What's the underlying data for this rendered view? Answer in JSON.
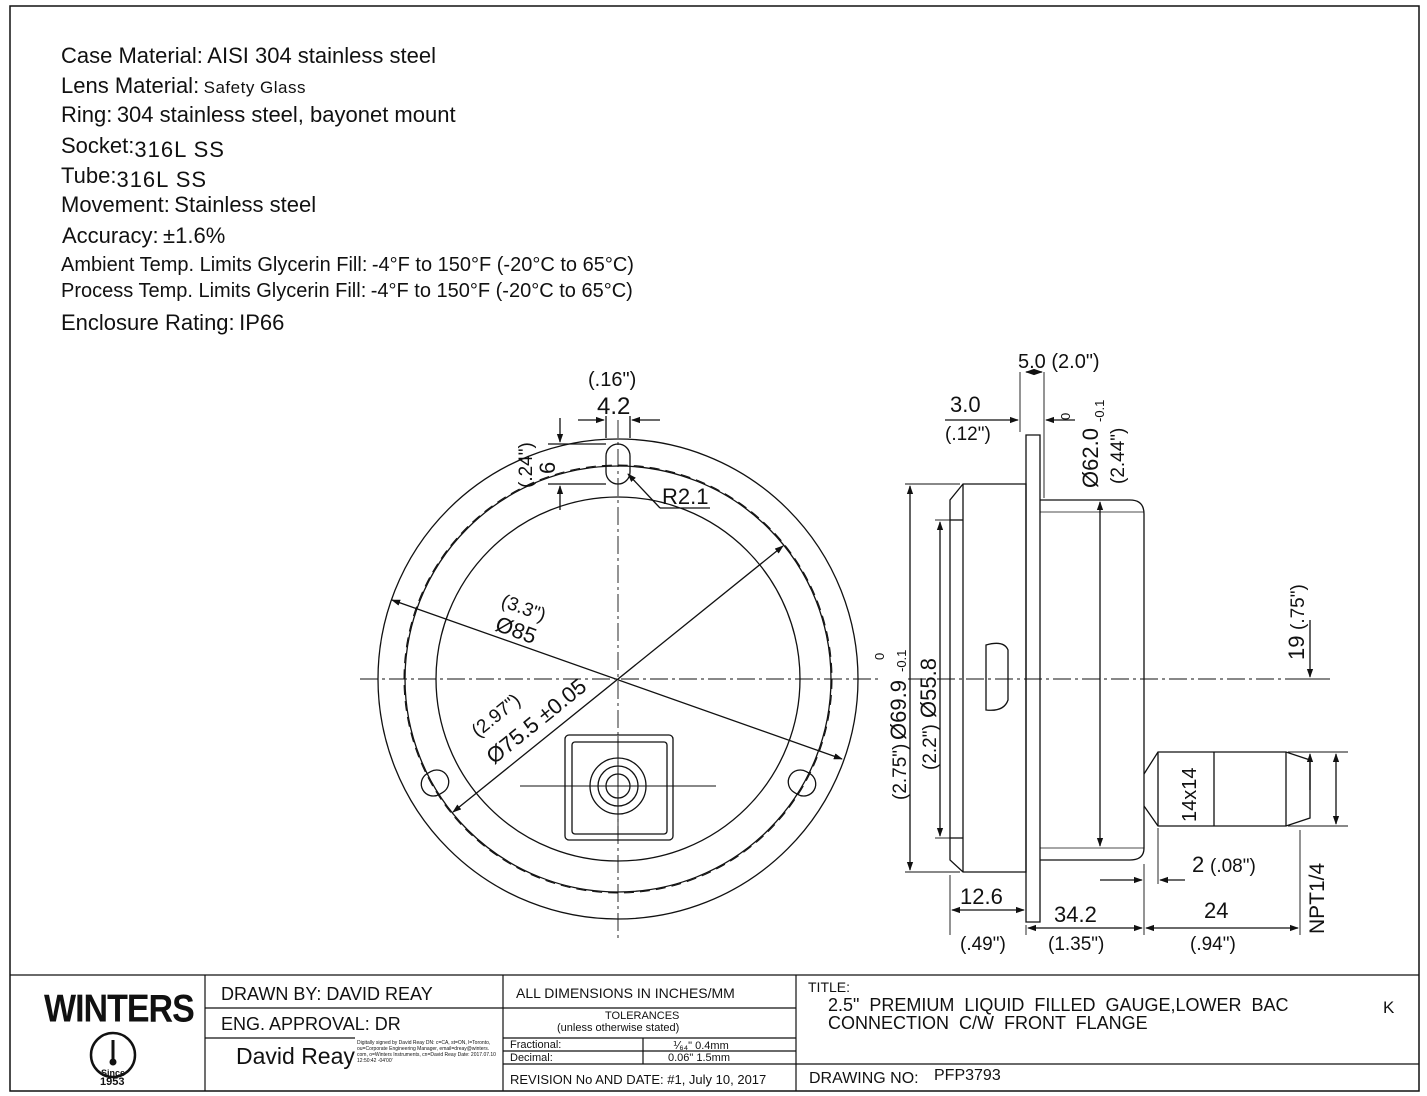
{
  "specs": [
    {
      "key": "Case Material:",
      "value": "AISI 304 stainless steel"
    },
    {
      "key": "Lens Material:",
      "value": "Safety  Glass"
    },
    {
      "key": "Ring:",
      "value": "304 stainless steel, bayonet mount"
    },
    {
      "key": "Socket:",
      "value": "316L  SS"
    },
    {
      "key": "Tube:",
      "value": "316L  SS"
    },
    {
      "key": "Movement:",
      "value": "Stainless steel"
    },
    {
      "key": "Accuracy:",
      "value": "±1.6%"
    },
    {
      "key": "Ambient Temp. Limits Glycerin Fill:",
      "value": "-4°F to 150°F (-20°C to 65°C)"
    },
    {
      "key": "Process Temp. Limits Glycerin Fill:",
      "value": "-4°F to 150°F (-20°C to 65°C)"
    },
    {
      "key": "Enclosure Rating:",
      "value": "IP66"
    }
  ],
  "front_view": {
    "hole_in": "(.16\")",
    "hole_mm": "4.2",
    "offset_in": "(.24\")",
    "offset_mm": "6",
    "radius": "R2.1",
    "flange_in": "(3.3\")",
    "flange_mm": "Ø85",
    "bolt_circle_in": "(2.97\")",
    "bolt_circle_mm": "Ø75.5 ±0.05"
  },
  "side_view": {
    "top_total": "5.0 (2.0\")",
    "lip_mm": "3.0",
    "lip_in": "(.12\")",
    "tol_upper": "0",
    "tol_lower": "-0.1",
    "case_dia_mm": "Ø62.0",
    "case_dia_in": "(2.44\")",
    "ring_dia_in": "(2.75\")",
    "ring_dia_mm": "Ø69.9",
    "window_dia_in": "(2.2\")",
    "window_dia_mm": "Ø55.8",
    "socket_offset_mm": "19",
    "socket_offset_in": "(.75\")",
    "hex": "14x14",
    "step_mm": "2",
    "step_in": "(.08\")",
    "thread": "NPT1/4",
    "front_mm": "12.6",
    "front_in": "(.49\")",
    "depth_mm": "34.2",
    "depth_in": "(1.35\")",
    "socket_len_mm": "24",
    "socket_len_in": "(.94\")"
  },
  "title_block": {
    "logo_text": "WINTERS",
    "logo_since": "Since",
    "logo_year": "1953",
    "drawn_by": "DRAWN BY: DAVID REAY",
    "eng_approval": "ENG. APPROVAL: DR",
    "signature": "David Reay",
    "signature_note": "Digitally signed by David Reay DN: c=CA, st=ON, l=Toronto, ou=Corporate Engineering Manager, email=dreay@winters. com, o=Winters Instruments, cn=David Reay Date: 2017.07.10 12:50:42 -04'00'",
    "units": "ALL DIMENSIONS IN INCHES/MM",
    "tolerances": "TOLERANCES",
    "tolerances_note": "(unless otherwise stated)",
    "fractional_label": "Fractional:",
    "fractional_value": "⅟₆₄\" 0.4mm",
    "decimal_label": "Decimal:",
    "decimal_value": "0.06\" 1.5mm",
    "revision": "REVISION No AND DATE: #1, July  10, 2017",
    "title_label": "TITLE:",
    "title_line1": "2.5\"  PREMIUM  LIQUID  FILLED  GAUGE,LOWER  BAC",
    "title_line2": "CONNECTION  C/W  FRONT  FLANGE",
    "title_k": "K",
    "drawing_no_label": "DRAWING NO:",
    "drawing_no": "PFP3793"
  }
}
